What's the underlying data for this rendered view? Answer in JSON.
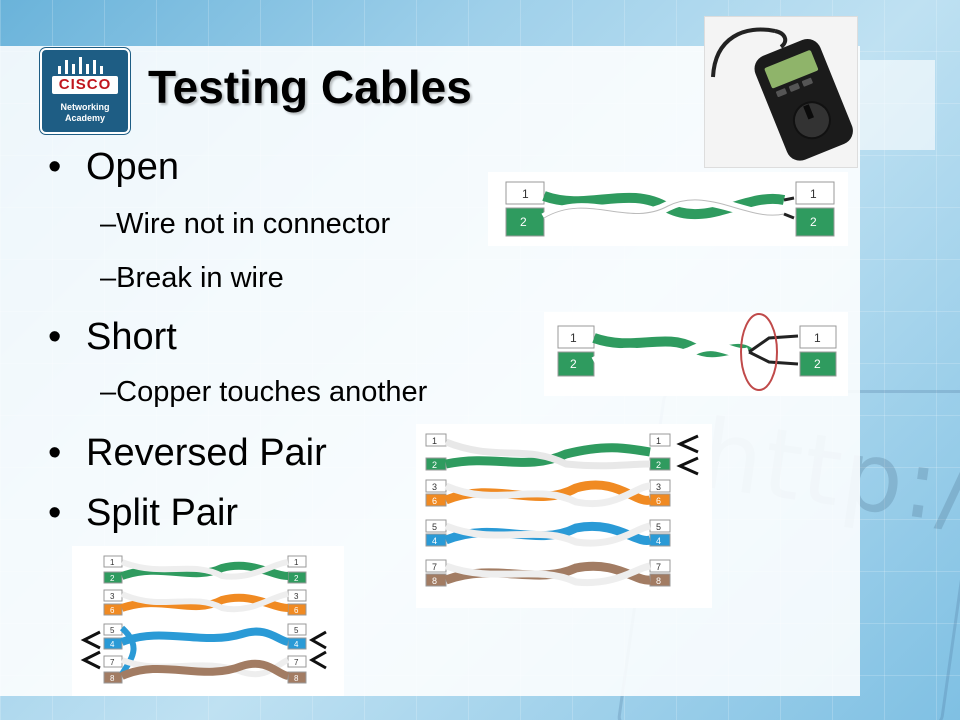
{
  "slide": {
    "title": "Testing Cables",
    "logo": {
      "brand": "CISCO",
      "subtitle_line1": "Networking",
      "subtitle_line2": "Academy"
    },
    "bullets": [
      {
        "text": "Open",
        "sub": [
          "Wire not in connector",
          "Break in wire"
        ]
      },
      {
        "text": "Short",
        "sub": [
          "Copper touches another"
        ]
      },
      {
        "text": "Reversed Pair",
        "sub": []
      },
      {
        "text": "Split Pair",
        "sub": []
      }
    ],
    "bullet_char": "•",
    "dash_char": "–",
    "background_watermark": "http://ww"
  },
  "diagrams": {
    "open": {
      "left_labels": [
        "1",
        "2"
      ],
      "right_labels": [
        "1",
        "2"
      ]
    },
    "short": {
      "left_labels": [
        "1",
        "2"
      ],
      "right_labels": [
        "1",
        "2"
      ]
    },
    "reversed": {
      "labels": [
        "1",
        "2",
        "3",
        "6",
        "5",
        "4",
        "7",
        "8"
      ]
    },
    "split": {
      "labels": [
        "1",
        "2",
        "3",
        "6",
        "5",
        "4",
        "7",
        "8"
      ]
    }
  },
  "colors": {
    "green": "#2f9b5f",
    "orange": "#f08a22",
    "blue": "#2a9ad6",
    "brown": "#a27c63",
    "short_ring": "#c04a4a",
    "logo_blue": "#1e5d84",
    "logo_red": "#c0161e"
  }
}
